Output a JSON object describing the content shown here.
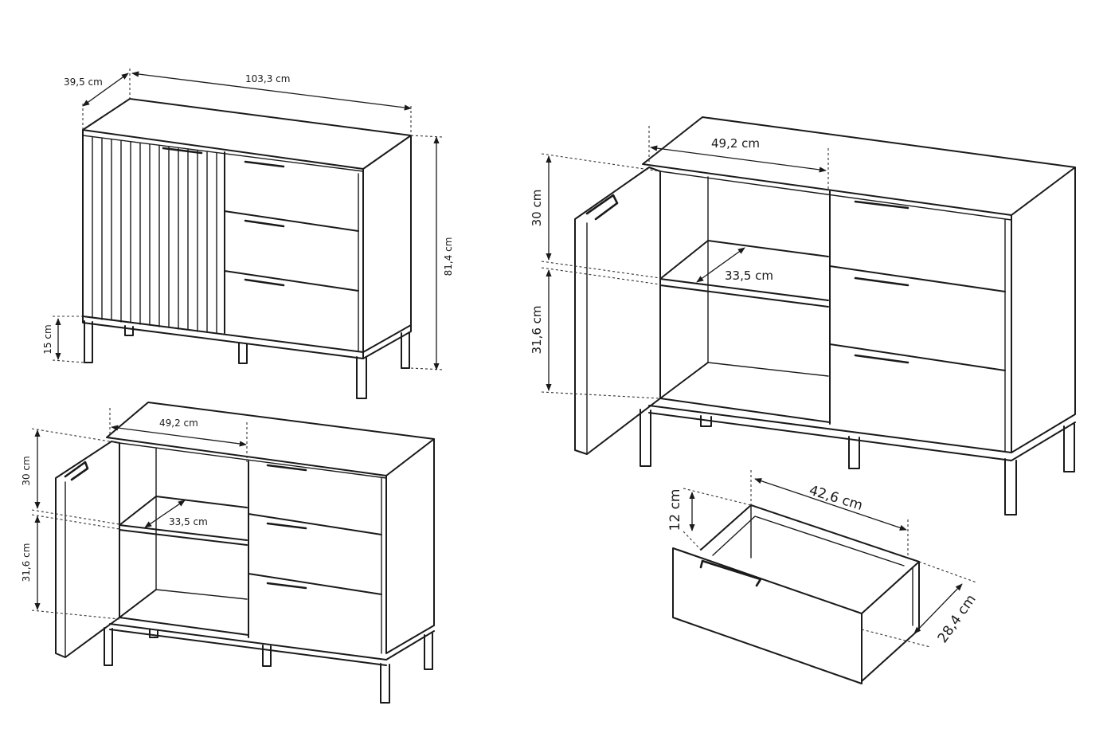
{
  "views": {
    "front_closed": {
      "depth": "39,5 cm",
      "width": "103,3 cm",
      "height": "81,4 cm",
      "leg_height": "15 cm"
    },
    "open_small": {
      "compartment_width": "49,2 cm",
      "upper_height": "30 cm",
      "shelf_depth": "33,5 cm",
      "lower_height": "31,6 cm"
    },
    "open_large": {
      "compartment_width": "49,2 cm",
      "upper_height": "30 cm",
      "shelf_depth": "33,5 cm",
      "lower_height": "31,6 cm"
    },
    "drawer": {
      "width": "42,6 cm",
      "height": "12 cm",
      "depth": "28,4 cm"
    }
  },
  "colors": {
    "line": "#1a1a1a",
    "background": "#ffffff"
  }
}
